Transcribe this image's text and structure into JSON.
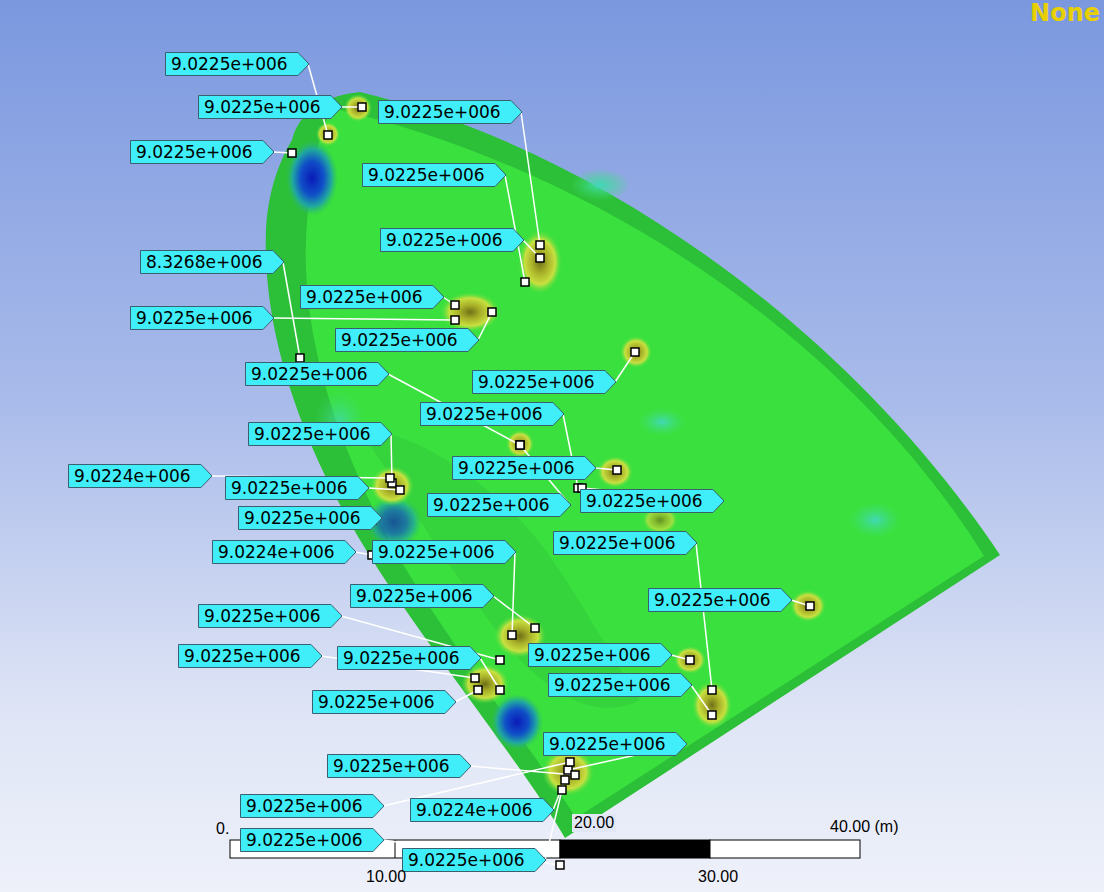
{
  "diagram": {
    "nodes": [
      {
        "text": [
          "9.0225e+006"
        ]
      },
      {
        "text": [
          "9.0225e+006"
        ]
      },
      {
        "text": [
          "9.0225e+006"
        ]
      },
      {
        "text": [
          "9.0225e+006"
        ]
      },
      {
        "text": [
          "9.0225e+006"
        ]
      },
      {
        "text": [
          "9.0225e+006"
        ]
      },
      {
        "text": [
          "8.3268e+006"
        ]
      },
      {
        "text": [
          "9.0225e+006"
        ]
      },
      {
        "text": [
          "9.0225e+006"
        ]
      },
      {
        "text": [
          "9.0225e+006"
        ]
      },
      {
        "text": [
          "9.0225e+006"
        ]
      },
      {
        "text": [
          "9.0225e+006"
        ]
      },
      {
        "text": [
          "9.0225e+006"
        ]
      },
      {
        "text": [
          "9.0225e+006"
        ]
      },
      {
        "text": [
          "9.0225e+006"
        ]
      },
      {
        "text": [
          "9.0224e+006"
        ]
      },
      {
        "text": [
          "9.0225e+006"
        ]
      },
      {
        "text": [
          "9.0225e+006"
        ]
      },
      {
        "text": [
          "9.0225e+006"
        ]
      },
      {
        "text": [
          "9.0225e+006"
        ]
      },
      {
        "text": [
          "9.0225e+006"
        ]
      },
      {
        "text": [
          "9.0224e+006"
        ]
      },
      {
        "text": [
          "9.0225e+006"
        ]
      },
      {
        "text": [
          "9.0225e+006"
        ]
      },
      {
        "text": [
          "9.0225e+006"
        ]
      },
      {
        "text": [
          "9.0225e+006"
        ]
      },
      {
        "text": [
          "9.0225e+006"
        ]
      },
      {
        "text": [
          "9.0225e+006"
        ]
      },
      {
        "text": [
          "9.0225e+006"
        ]
      },
      {
        "text": [
          "9.0225e+006"
        ]
      },
      {
        "text": [
          "9.0225e+006"
        ]
      },
      {
        "text": [
          "9.0225e+006"
        ]
      },
      {
        "text": [
          "9.0225e+006"
        ]
      },
      {
        "text": [
          "9.0225e+006"
        ]
      },
      {
        "text": [
          "9.0224e+006"
        ]
      },
      {
        "text": [
          "9.0225e+006"
        ]
      },
      {
        "text": [
          "9.0225e+006"
        ]
      }
    ],
    "labels": [
      "None",
      "0.",
      "10.00",
      "20.00",
      "30.00",
      "40.00 (m)"
    ]
  }
}
